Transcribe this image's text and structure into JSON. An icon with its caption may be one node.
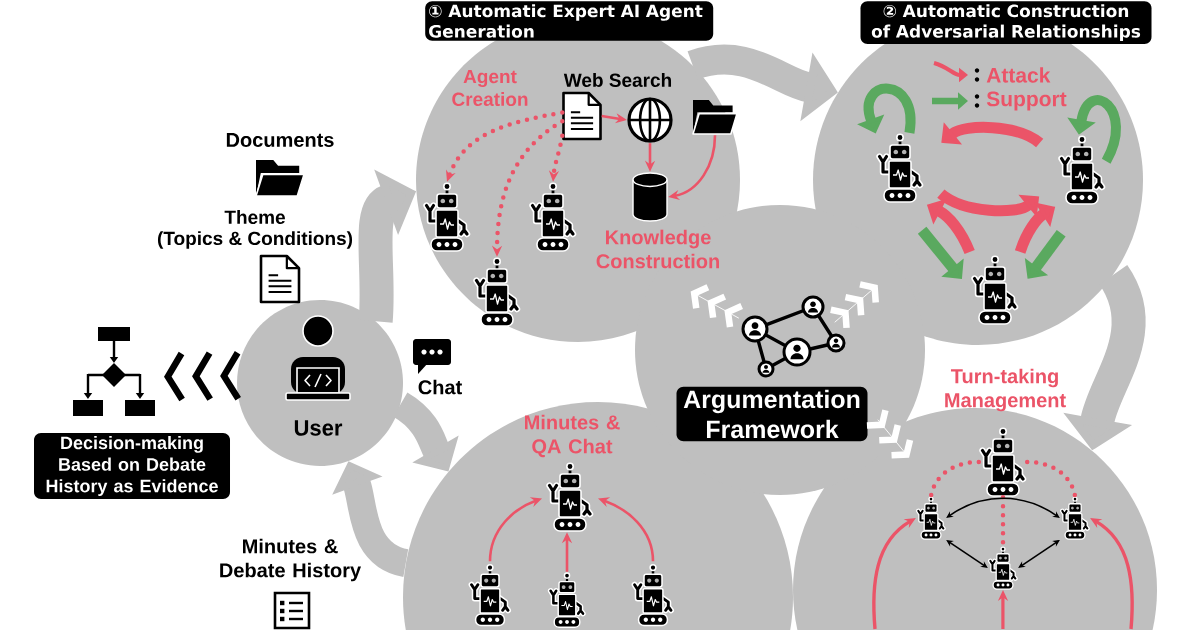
{
  "diagram": {
    "nodes": [
      {
        "text": [
          "① Automatic Expert AI Agent Generation"
        ]
      },
      {
        "text": [],
        "shape": "picture",
        "in": 0
      },
      {
        "text": [],
        "shape": "circle",
        "in": 0,
        "beside": [
          "Web Search"
        ]
      },
      {
        "text": [],
        "shape": "picture",
        "in": 0
      },
      {
        "text": [],
        "shape": "cylinder",
        "in": 0,
        "beside": [
          "Knowledge Construction"
        ]
      },
      {
        "text": [],
        "shape": "picture",
        "in": 0
      },
      {
        "text": [],
        "shape": "picture",
        "in": 0
      },
      {
        "text": [],
        "shape": "picture",
        "in": 0
      },
      {
        "text": [
          "② Automatic Construction of Adversarial Relationships"
        ]
      },
      {
        "text": [],
        "shape": "picture",
        "in": 8
      },
      {
        "text": [],
        "shape": "picture",
        "in": 8
      },
      {
        "text": [],
        "shape": "picture",
        "in": 8
      },
      {
        "text": [
          "User"
        ]
      },
      {
        "text": [
          "Decision-making Based on Debate History as Evidence"
        ]
      },
      {
        "text": [
          "Argumentation Framework"
        ]
      },
      {
        "text": [
          "Minutes & QA Chat"
        ]
      },
      {
        "text": [],
        "shape": "picture",
        "in": 15
      },
      {
        "text": [],
        "shape": "picture",
        "in": 15
      },
      {
        "text": [],
        "shape": "picture",
        "in": 15
      },
      {
        "text": [],
        "shape": "picture",
        "in": 15
      },
      {
        "text": [
          "Turn-taking Management"
        ]
      },
      {
        "text": [],
        "shape": "picture",
        "in": 20
      },
      {
        "text": [],
        "shape": "picture",
        "in": 20
      },
      {
        "text": [],
        "shape": "picture",
        "in": 20
      },
      {
        "text": [],
        "shape": "picture",
        "in": 20
      }
    ],
    "edges": [
      {
        "from": 12,
        "to": 0,
        "arrow": "to",
        "style": "thick",
        "color": "#bfbfbf"
      },
      {
        "from": 0,
        "to": 8,
        "arrow": "to",
        "style": "thick",
        "color": "#bfbfbf"
      },
      {
        "from": 8,
        "to": 20,
        "arrow": "to",
        "style": "thick",
        "color": "#bfbfbf"
      },
      {
        "from": 12,
        "to": 15,
        "arrow": "to",
        "style": "thick",
        "color": "#bfbfbf"
      },
      {
        "from": 15,
        "to": 12,
        "arrow": "to",
        "style": "thick",
        "color": "#bfbfbf"
      },
      {
        "from": 12,
        "to": 13,
        "arrow": "to",
        "color": "#000000"
      },
      {
        "from": 14,
        "to": 0,
        "arrow": "to",
        "color": "#ffffff"
      },
      {
        "from": 14,
        "to": 8,
        "arrow": "to",
        "color": "#ffffff"
      },
      {
        "from": 14,
        "to": 20,
        "arrow": "to",
        "color": "#ffffff"
      },
      {
        "from": 1,
        "to": 2,
        "arrow": "to"
      },
      {
        "from": 2,
        "to": 4,
        "arrow": "to"
      },
      {
        "from": 3,
        "to": 4,
        "arrow": "to"
      },
      {
        "from": 1,
        "to": 5,
        "arrow": "to",
        "style": "dashed"
      },
      {
        "from": 1,
        "to": 6,
        "arrow": "to",
        "style": "dashed"
      },
      {
        "from": 1,
        "to": 7,
        "arrow": "to",
        "style": "dashed"
      },
      {
        "from": 9,
        "to": 9,
        "arrow": "to",
        "style": "thick",
        "color": "#5aa95f"
      },
      {
        "from": 10,
        "to": 10,
        "arrow": "to",
        "style": "thick",
        "color": "#5aa95f"
      },
      {
        "from": 10,
        "to": 9,
        "arrow": "to",
        "style": "thick"
      },
      {
        "from": 9,
        "to": 10,
        "arrow": "to",
        "style": "thick"
      },
      {
        "from": 11,
        "to": 9,
        "arrow": "to",
        "style": "thick"
      },
      {
        "from": 11,
        "to": 10,
        "arrow": "to",
        "style": "thick"
      },
      {
        "from": 9,
        "to": 11,
        "arrow": "to",
        "style": "thick",
        "color": "#5aa95f"
      },
      {
        "from": 10,
        "to": 11,
        "arrow": "to",
        "style": "thick",
        "color": "#5aa95f"
      },
      {
        "from": 17,
        "to": 16,
        "arrow": "to"
      },
      {
        "from": 18,
        "to": 16,
        "arrow": "to"
      },
      {
        "from": 19,
        "to": 16,
        "arrow": "to"
      },
      {
        "from": 21,
        "to": 22,
        "arrow": "none",
        "style": "dashed"
      },
      {
        "from": 21,
        "to": 23,
        "arrow": "none",
        "style": "dashed"
      },
      {
        "from": 21,
        "to": 24,
        "arrow": "none",
        "style": "dashed"
      },
      {
        "from": 22,
        "to": 23,
        "arrow": "both",
        "color": "#000000"
      },
      {
        "from": 22,
        "to": 24,
        "arrow": "both",
        "color": "#000000"
      },
      {
        "from": 23,
        "to": 24,
        "arrow": "both",
        "color": "#000000"
      },
      {
        "from": null,
        "to": 22,
        "arrow": "to"
      },
      {
        "from": null,
        "to": 23,
        "arrow": "to"
      },
      {
        "from": null,
        "to": 24,
        "arrow": "to"
      }
    ],
    "labels": [
      "Agent Creation",
      "Documents",
      "Theme",
      "(Topics & Conditions)",
      "Chat",
      "Minutes & Debate History"
    ],
    "legend": [
      {
        "text": "Attack"
      },
      {
        "text": "Support"
      }
    ]
  }
}
